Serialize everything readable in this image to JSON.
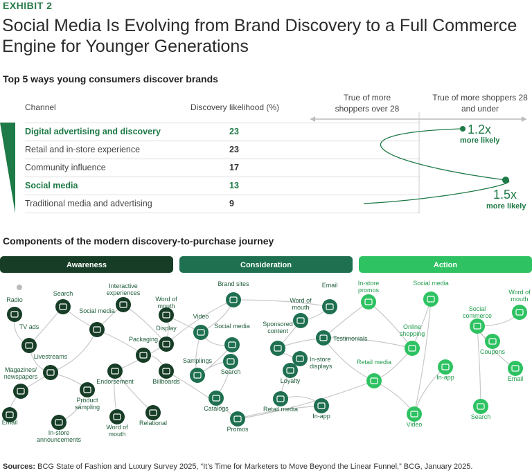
{
  "header": {
    "exhibit": "EXHIBIT 2",
    "title": "Social Media Is Evolving from Brand Discovery to a Full Commerce Engine for Younger Generations"
  },
  "table_section": {
    "heading": "Top 5 ways young consumers discover brands",
    "col_channel": "Channel",
    "col_likelihood": "Discovery likelihood (%)",
    "left_header": "True of more shoppers over 28",
    "right_header": "True of more shoppers 28 and under"
  },
  "chart_data": {
    "type": "table",
    "rows": [
      {
        "channel": "Digital advertising and discovery",
        "value": 23,
        "highlight": true
      },
      {
        "channel": "Retail and in-store experience",
        "value": 23,
        "highlight": false
      },
      {
        "channel": "Community influence",
        "value": 17,
        "highlight": false
      },
      {
        "channel": "Social media",
        "value": 13,
        "highlight": true
      },
      {
        "channel": "Traditional media and advertising",
        "value": 9,
        "highlight": false
      }
    ],
    "annotations": [
      {
        "value": "1.2x",
        "label": "more likely",
        "row": "Digital advertising and discovery"
      },
      {
        "value": "1.5x",
        "label": "more likely",
        "row": "Social media"
      }
    ]
  },
  "journey": {
    "heading": "Components of the modern discovery-to-purchase journey",
    "stages": [
      "Awareness",
      "Consideration",
      "Action"
    ],
    "colors": {
      "awareness": "#173d26",
      "consideration": "#1e7050",
      "action": "#2ec262"
    },
    "nodes": [
      {
        "label": "Radio",
        "stage": 0
      },
      {
        "label": "Search",
        "stage": 0
      },
      {
        "label": "Interactive experiences",
        "stage": 0
      },
      {
        "label": "Word of mouth",
        "stage": 0
      },
      {
        "label": "Social media",
        "stage": 0
      },
      {
        "label": "TV ads",
        "stage": 0
      },
      {
        "label": "Display",
        "stage": 0
      },
      {
        "label": "Packaging",
        "stage": 0
      },
      {
        "label": "Livestreams",
        "stage": 0
      },
      {
        "label": "Magazines/ newspapers",
        "stage": 0
      },
      {
        "label": "Endorsement",
        "stage": 0
      },
      {
        "label": "Billboards",
        "stage": 0
      },
      {
        "label": "Product sampling",
        "stage": 0
      },
      {
        "label": "Email",
        "stage": 0
      },
      {
        "label": "Word of mouth",
        "stage": 0
      },
      {
        "label": "Relational",
        "stage": 0
      },
      {
        "label": "In-store announcements",
        "stage": 0
      },
      {
        "label": "Brand sites",
        "stage": 1
      },
      {
        "label": "Video",
        "stage": 1
      },
      {
        "label": "Social media",
        "stage": 1
      },
      {
        "label": "Email",
        "stage": 1
      },
      {
        "label": "Word of mouth",
        "stage": 1
      },
      {
        "label": "Sponsored content",
        "stage": 1
      },
      {
        "label": "Testimonials",
        "stage": 1
      },
      {
        "label": "Samplings",
        "stage": 1
      },
      {
        "label": "Search",
        "stage": 1
      },
      {
        "label": "In-store displays",
        "stage": 1
      },
      {
        "label": "Loyalty",
        "stage": 1
      },
      {
        "label": "Catalogs",
        "stage": 1
      },
      {
        "label": "Retail media",
        "stage": 1
      },
      {
        "label": "In-app",
        "stage": 1
      },
      {
        "label": "Promos",
        "stage": 1
      },
      {
        "label": "In-store promos",
        "stage": 2
      },
      {
        "label": "Social media",
        "stage": 2
      },
      {
        "label": "Word of mouth",
        "stage": 2
      },
      {
        "label": "Social commerce",
        "stage": 2
      },
      {
        "label": "Online shopping",
        "stage": 2
      },
      {
        "label": "Coupons",
        "stage": 2
      },
      {
        "label": "Retail media",
        "stage": 2
      },
      {
        "label": "In-app",
        "stage": 2
      },
      {
        "label": "Email",
        "stage": 2
      },
      {
        "label": "Search",
        "stage": 2
      },
      {
        "label": "Video",
        "stage": 2
      }
    ]
  },
  "footer": {
    "sources_label": "Sources:",
    "sources_text": " BCG State of Fashion and Luxury Survey 2025, “It’s Time for Marketers to Move Beyond the Linear Funnel,” BCG, January 2025."
  }
}
